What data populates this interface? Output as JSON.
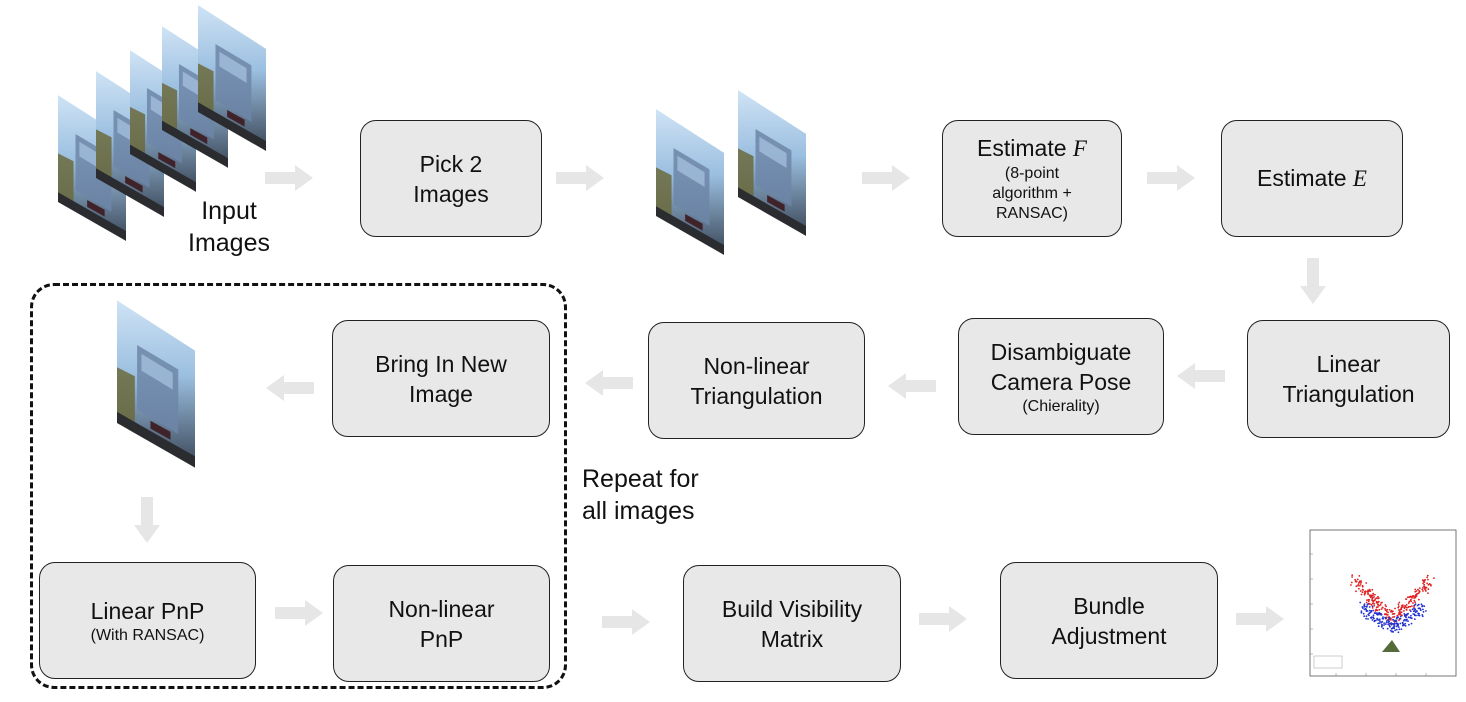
{
  "input_label_line1": "Input",
  "input_label_line2": "Images",
  "pick": {
    "line1": "Pick 2",
    "line2": "Images"
  },
  "estimate_f": {
    "prefix": "Estimate ",
    "symbol": "F",
    "note1": "(8-point",
    "note2": "algorithm +",
    "note3": "RANSAC)"
  },
  "estimate_e": {
    "prefix": "Estimate ",
    "symbol": "E"
  },
  "linear_tri": {
    "line1": "Linear",
    "line2": "Triangulation"
  },
  "disambig": {
    "line1": "Disambiguate",
    "line2": "Camera Pose",
    "note": "(Chierality)"
  },
  "nonlinear_tri": {
    "line1": "Non-linear",
    "line2": "Triangulation"
  },
  "bring": {
    "line1": "Bring In New",
    "line2": "Image"
  },
  "repeat": {
    "line1": "Repeat for",
    "line2": "all images"
  },
  "linear_pnp": {
    "line1": "Linear PnP",
    "note": "(With RANSAC)"
  },
  "nonlinear_pnp": {
    "line1": "Non-linear",
    "line2": "PnP"
  },
  "visibility": {
    "line1": "Build Visibility",
    "line2": "Matrix"
  },
  "bundle": {
    "line1": "Bundle",
    "line2": "Adjustment"
  },
  "icons": {
    "arrow": "block-arrow-icon",
    "image": "building-photo-icon",
    "plot": "point-cloud-plot-icon"
  },
  "colors": {
    "box_fill": "#e8e8e8",
    "arrow": "#e6e6e6",
    "border": "#222222",
    "points_red": "#e02020",
    "points_blue": "#2030d0"
  }
}
